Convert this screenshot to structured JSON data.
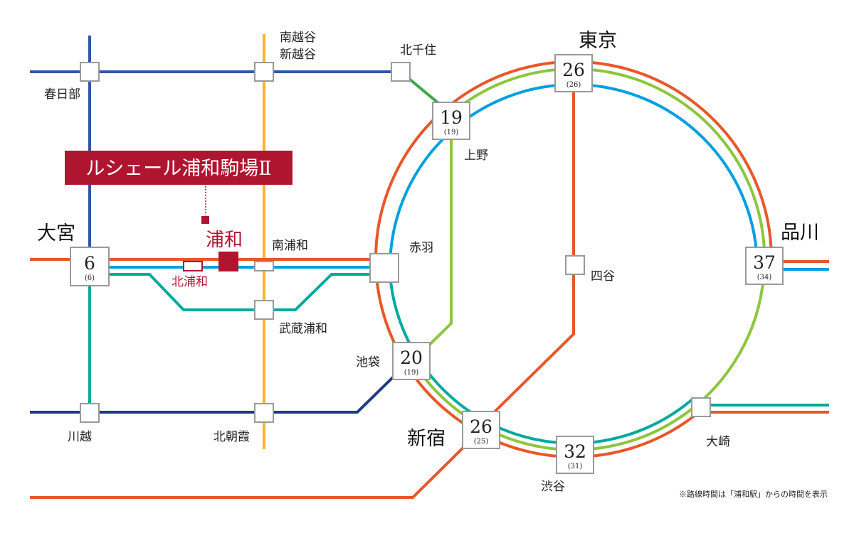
{
  "property": {
    "name": "ルシェール浦和駒場Ⅱ"
  },
  "note": "※路線時間は「浦和駅」からの時間を表示",
  "colors": {
    "orange": "#e8572a",
    "blue": "#00a0e0",
    "green": "#8cc63f",
    "teal": "#00a99d",
    "tobu": "#2f57a6",
    "navy": "#1f3888",
    "yellow": "#f8b62d",
    "brand": "#b0152f",
    "lime": "#3aa84a"
  },
  "stations": {
    "omiya": {
      "name": "大宮",
      "time": "6",
      "sub": "(6)"
    },
    "urawa": {
      "name": "浦和"
    },
    "kitaurawa": {
      "name": "北浦和"
    },
    "minamiurawa": {
      "name": "南浦和"
    },
    "musashiurawa": {
      "name": "武蔵浦和"
    },
    "kasukabe": {
      "name": "春日部"
    },
    "minamikoshigaya": {
      "name1": "南越谷",
      "name2": "新越谷"
    },
    "kitasenju": {
      "name": "北千住"
    },
    "ueno": {
      "name": "上野",
      "time": "19",
      "sub": "(19)"
    },
    "tokyo": {
      "name": "東京",
      "time": "26",
      "sub": "(26)"
    },
    "shinagawa": {
      "name": "品川",
      "time": "37",
      "sub": "(34)"
    },
    "akabane": {
      "name": "赤羽"
    },
    "yotsuya": {
      "name": "四谷"
    },
    "ikebukuro": {
      "name": "池袋",
      "time": "20",
      "sub": "(19)"
    },
    "shinjuku": {
      "name": "新宿",
      "time": "26",
      "sub": "(25)"
    },
    "shibuya": {
      "name": "渋谷",
      "time": "32",
      "sub": "(31)"
    },
    "osaki": {
      "name": "大崎"
    },
    "kawagoe": {
      "name": "川越"
    },
    "kitaasaka": {
      "name": "北朝霞"
    }
  }
}
